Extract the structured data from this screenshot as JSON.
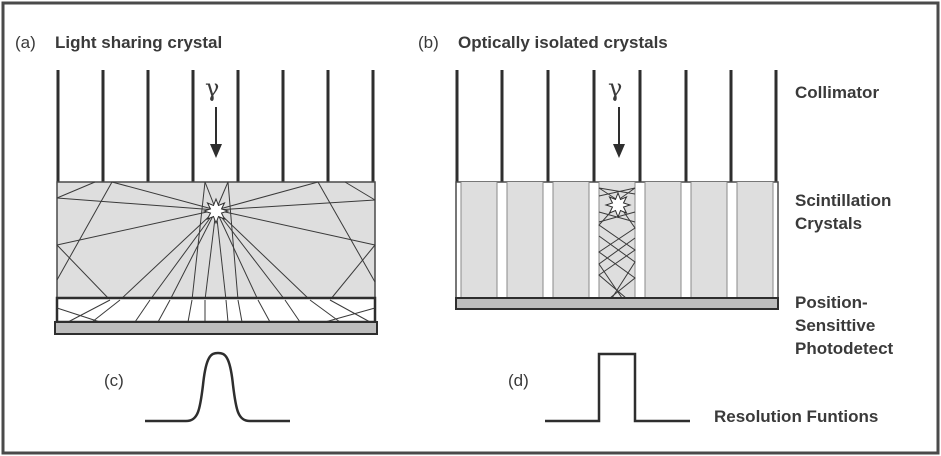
{
  "panels": {
    "a": {
      "letter": "(a)",
      "title": "Light sharing crystal"
    },
    "b": {
      "letter": "(b)",
      "title": "Optically isolated crystals"
    },
    "c": {
      "letter": "(c)"
    },
    "d": {
      "letter": "(d)"
    }
  },
  "gamma_symbol": "γ",
  "side_labels": {
    "collimator": "Collimator",
    "scintillation_line1": "Scintillation",
    "scintillation_line2": "Crystals",
    "psp_line1": "Position-",
    "psp_line2": "Sensittive",
    "psp_line3": "Photodetect",
    "resolution": "Resolution Funtions"
  },
  "colors": {
    "frame": "#4a4a4a",
    "ink": "#2e2e2e",
    "crystal_fill": "#dedede",
    "photodetector_fill": "#bdbdbd",
    "text": "#3a3a3a"
  }
}
